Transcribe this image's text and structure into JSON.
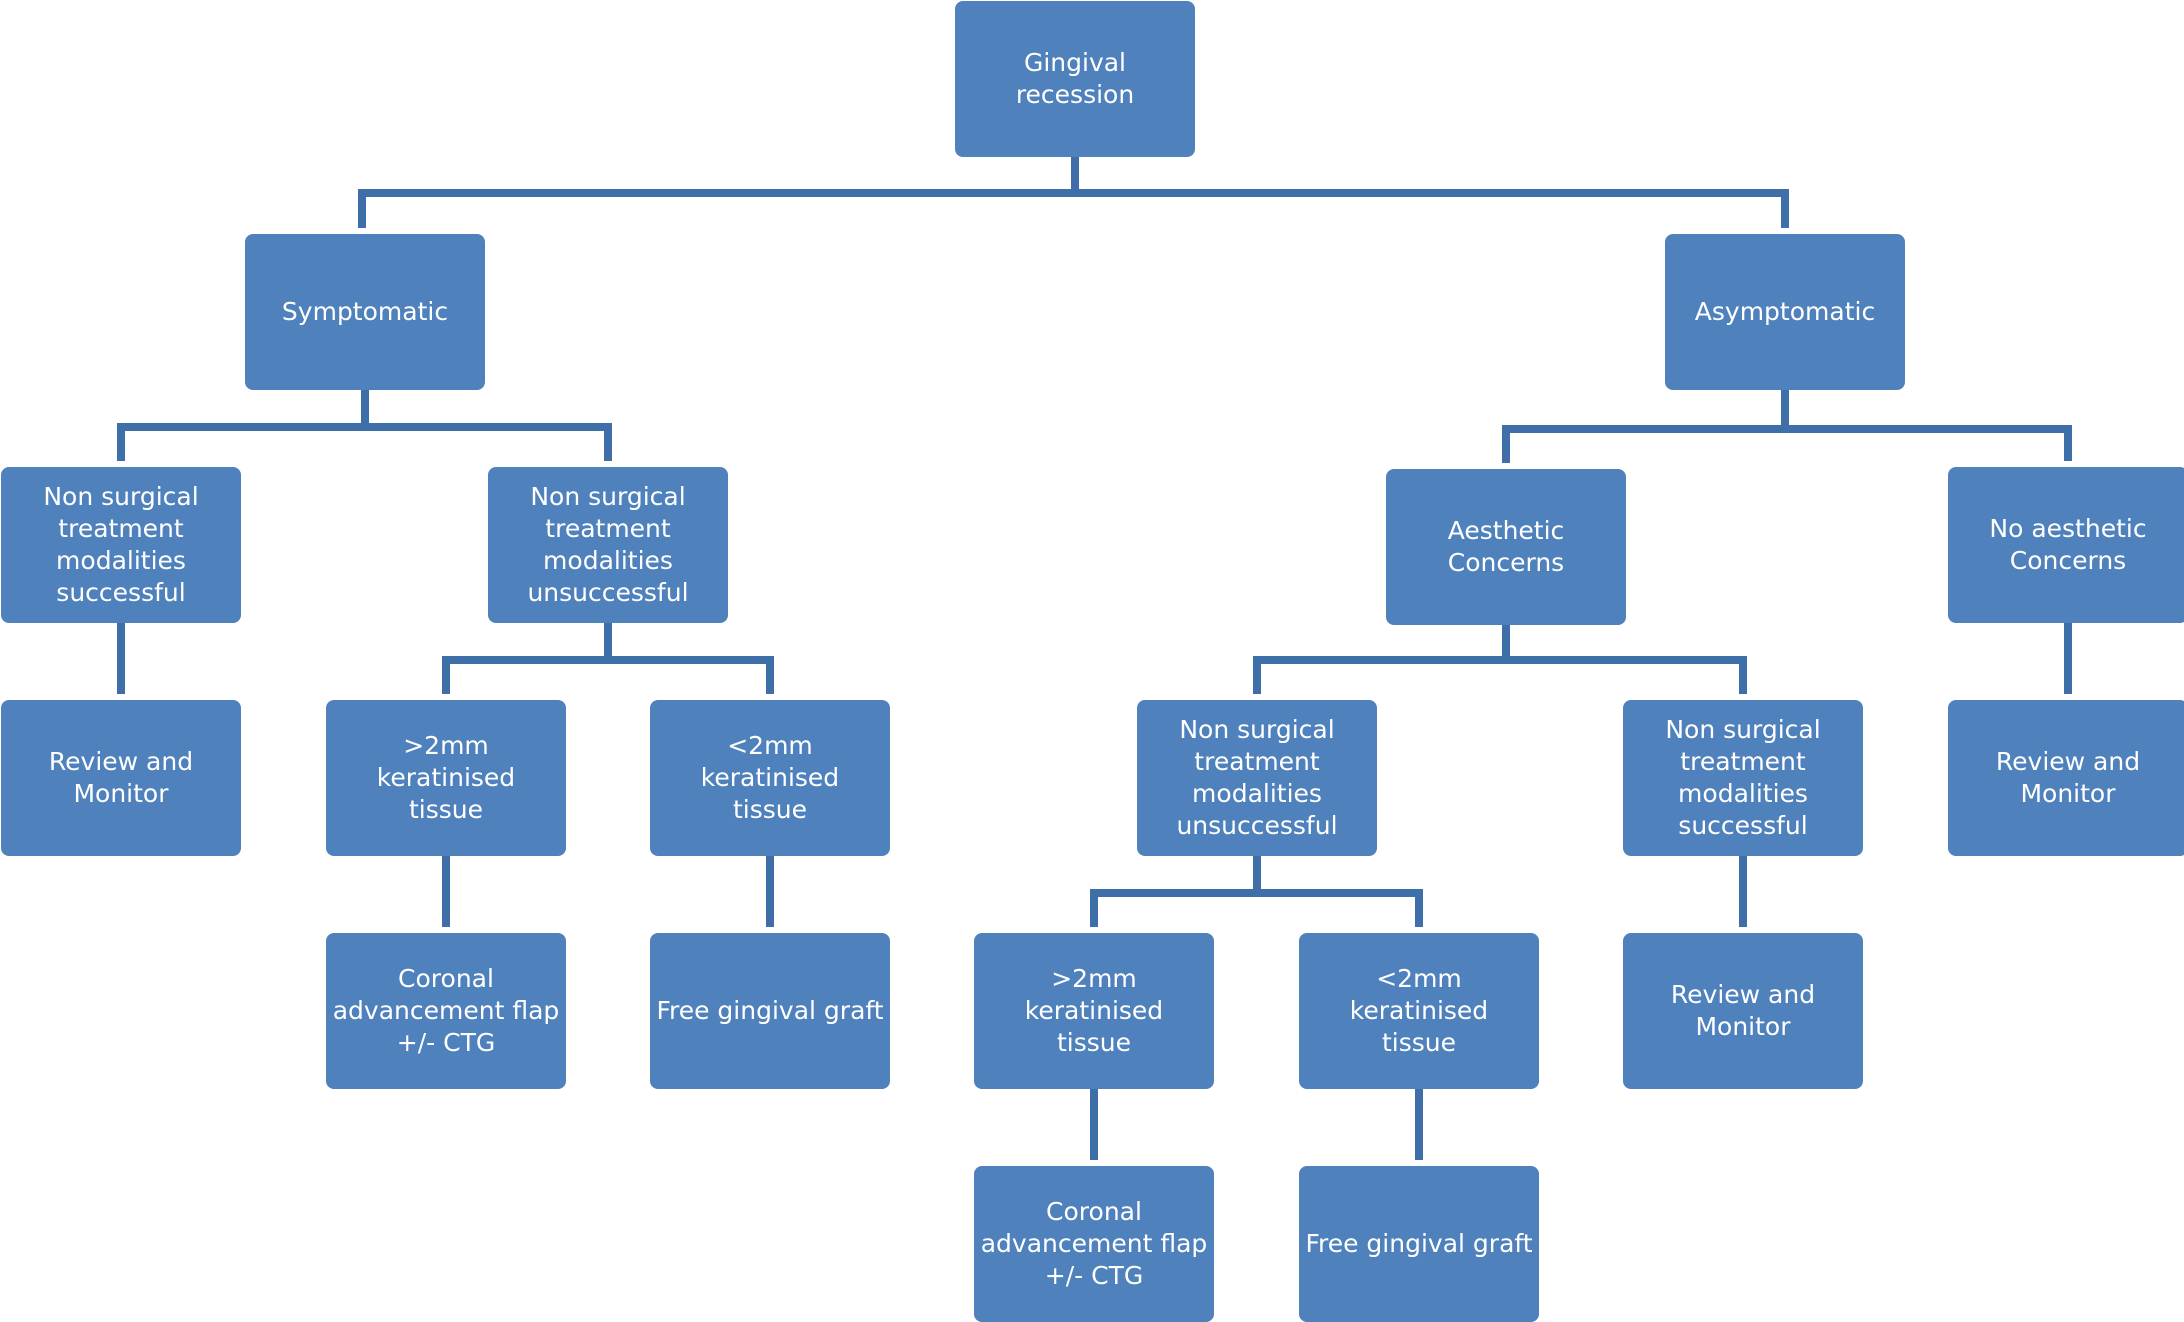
{
  "colors": {
    "box_fill": "#4f81bd",
    "connector": "#3e6fa8",
    "text": "#ffffff"
  },
  "nodes": {
    "root": "Gingival recession",
    "symptomatic": "Symptomatic",
    "asymptomatic": "Asymptomatic",
    "sym_ns_success": "Non surgical\ntreatment\nmodalities\nsuccessful",
    "sym_ns_unsuccess": "Non surgical\ntreatment\nmodalities\nunsuccessful",
    "aesthetic": "Aesthetic\nConcerns",
    "no_aesthetic": "No aesthetic\nConcerns",
    "sym_review": "Review and\nMonitor",
    "sym_gt2": ">2mm keratinised\ntissue",
    "sym_lt2": "<2mm keratinised\ntissue",
    "sym_caf": "Coronal\nadvancement flap\n+/- CTG",
    "sym_fgg": "Free gingival graft",
    "aes_ns_unsuccess": "Non surgical\ntreatment\nmodalities\nunsuccessful",
    "aes_ns_success": "Non surgical\ntreatment\nmodalities\nsuccessful",
    "noaes_review": "Review and\nMonitor",
    "aes_gt2": ">2mm keratinised\ntissue",
    "aes_lt2": "<2mm keratinised\ntissue",
    "aes_review": "Review and\nMonitor",
    "aes_caf": "Coronal\nadvancement flap\n+/- CTG",
    "aes_fgg": "Free gingival graft"
  }
}
